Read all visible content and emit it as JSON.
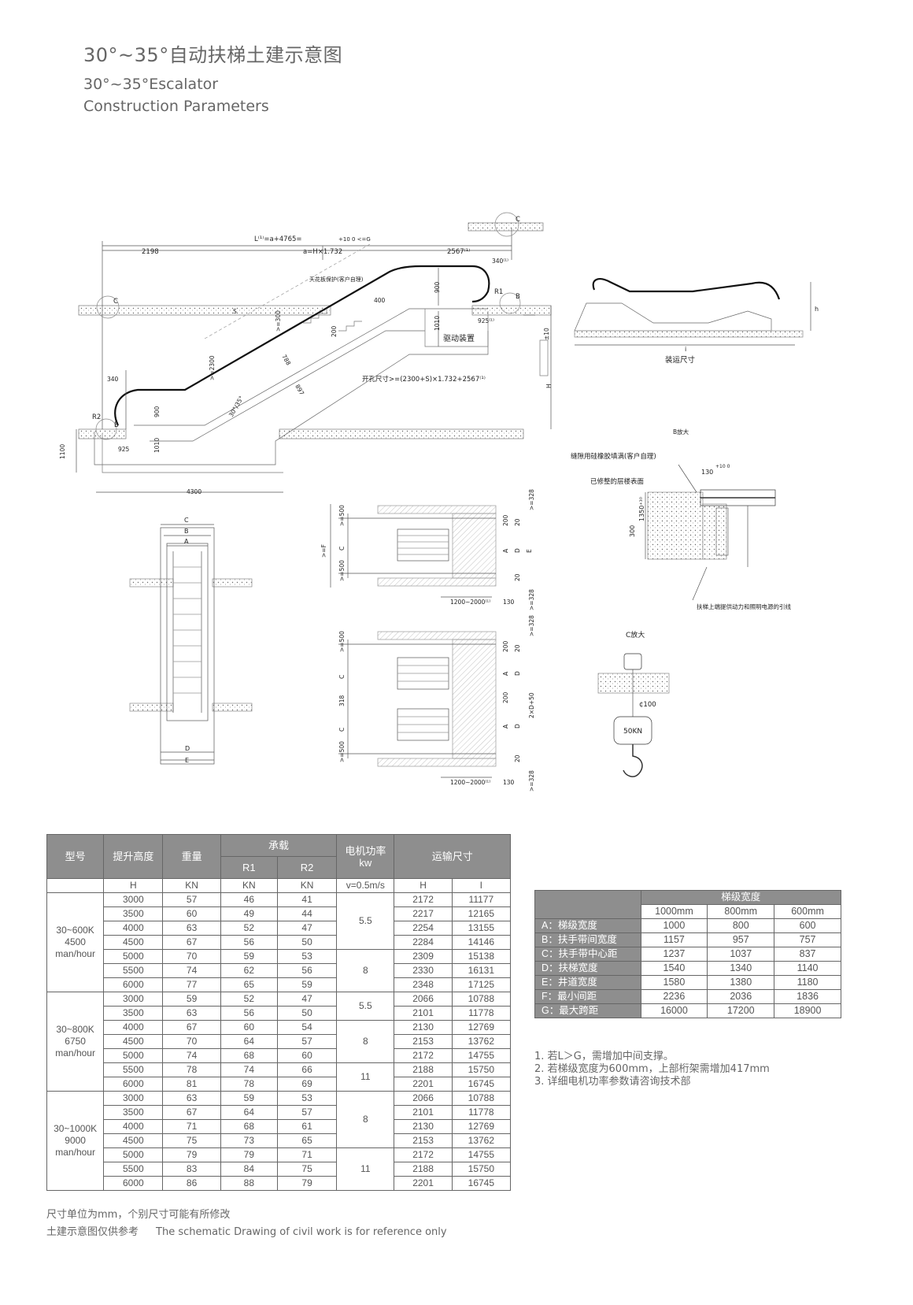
{
  "header": {
    "title_cn": "30°~35°自动扶梯土建示意图",
    "title_en_line1": "30°~35°Escalator",
    "title_en_line2": "Construction Parameters"
  },
  "drawing": {
    "main": {
      "L_formula": "L⁽¹⁾=a+4765=",
      "L_tolerance": "+10 0 <=G",
      "a_formula": "a=H×1.732",
      "dim_2198": "2198",
      "dim_2567": "2567⁽¹⁾",
      "dim_340_top": "340⁽¹⁾",
      "dim_340_left": "340",
      "ceiling_note": "天花板保护(客户自理)",
      "label_C": "C",
      "label_S": "S",
      "label_R1": "R1",
      "label_R2": "R2",
      "label_B": "B",
      "dim_900_top": "900",
      "dim_1010_top": "1010",
      "dim_925_top": "925⁽¹⁾",
      "dim_400": "400",
      "dim_300": ">=300",
      "dim_200": "200",
      "dim_2300": ">=2300",
      "dim_788": "788",
      "dim_897": "897",
      "drive_label": "驱动装置",
      "dim_pm10": "±10",
      "opening_formula": "开孔尺寸>=(2300+S)×1.732+2567⁽¹⁾",
      "dim_H": "H",
      "angle": "30°/35°",
      "dim_900_bottom": "900",
      "dim_1010_bottom": "1010",
      "dim_925_bottom": "925",
      "dim_1100": "1100",
      "dim_4300": "4300"
    },
    "transport": {
      "dim_h": "h",
      "dim_i": "i",
      "caption": "装运尺寸"
    },
    "plan_single": {
      "C": "C",
      "B": "B",
      "A": "A",
      "D": "D",
      "E": "E"
    },
    "section_single": {
      "dim_500_top": ">=500",
      "dim_C": "C",
      "dim_500_bottom": ">=500",
      "dim_F": ">=F",
      "dim_200": "200",
      "dim_20_top": "20",
      "dim_20_bottom": "20",
      "dim_328_top": ">=328",
      "dim_328_bottom": ">=328",
      "label_A": "A",
      "label_D": "D",
      "label_E": "E",
      "dim_1200": "1200~2000⁽¹⁾",
      "dim_130": "130"
    },
    "section_double": {
      "dim_500_top": ">=500",
      "dim_C1": "C",
      "dim_318": "318",
      "dim_C2": "C",
      "dim_500_bottom": ">=500",
      "dim_200a": "200",
      "dim_200b": "200",
      "dim_20a": "20",
      "dim_20b": "20",
      "dim_2D50": "2×D+50",
      "dim_328_top": ">=328",
      "dim_328_bottom": ">=328",
      "label_A1": "A",
      "label_D1": "D",
      "label_A2": "A",
      "label_D2": "D",
      "dim_1200": "1200~2000⁽¹⁾",
      "dim_130": "130"
    },
    "detail_B": {
      "title": "B放大",
      "note1": "缝隙用硅橡胶填满(客户自理)",
      "note2": "已修整的层楼表面",
      "dim_130": "130",
      "dim_130_tol": "+10 0",
      "dim_1350": "1350⁺¹⁰",
      "dim_300": "300",
      "note3": "扶梯上端提供动力和照明电源的引线"
    },
    "detail_C": {
      "title": "C放大",
      "dim_100": "¢100",
      "load": "50KN"
    }
  },
  "spec_table": {
    "headers": {
      "model": "型号",
      "rise": "提升高度",
      "weight": "重量",
      "load": "承载",
      "r1": "R1",
      "r2": "R2",
      "motor": "电机功率",
      "motor_unit": "kw",
      "transport": "运输尺寸"
    },
    "units": {
      "rise": "H",
      "weight": "KN",
      "r1": "KN",
      "r2": "KN",
      "motor": "v=0.5m/s",
      "h": "H",
      "i": "I"
    },
    "groups": [
      {
        "model": [
          "30~600K",
          "4500",
          "man/hour"
        ],
        "motor_blocks": [
          {
            "value": "5.5",
            "rows": 4
          },
          {
            "value": "8",
            "rows": 3
          }
        ],
        "rows": [
          [
            "3000",
            "57",
            "46",
            "41",
            "2172",
            "11177"
          ],
          [
            "3500",
            "60",
            "49",
            "44",
            "2217",
            "12165"
          ],
          [
            "4000",
            "63",
            "52",
            "47",
            "2254",
            "13155"
          ],
          [
            "4500",
            "67",
            "56",
            "50",
            "2284",
            "14146"
          ],
          [
            "5000",
            "70",
            "59",
            "53",
            "2309",
            "15138"
          ],
          [
            "5500",
            "74",
            "62",
            "56",
            "2330",
            "16131"
          ],
          [
            "6000",
            "77",
            "65",
            "59",
            "2348",
            "17125"
          ]
        ]
      },
      {
        "model": [
          "30~800K",
          "6750",
          "man/hour"
        ],
        "motor_blocks": [
          {
            "value": "5.5",
            "rows": 2
          },
          {
            "value": "8",
            "rows": 3
          },
          {
            "value": "11",
            "rows": 2
          }
        ],
        "rows": [
          [
            "3000",
            "59",
            "52",
            "47",
            "2066",
            "10788"
          ],
          [
            "3500",
            "63",
            "56",
            "50",
            "2101",
            "11778"
          ],
          [
            "4000",
            "67",
            "60",
            "54",
            "2130",
            "12769"
          ],
          [
            "4500",
            "70",
            "64",
            "57",
            "2153",
            "13762"
          ],
          [
            "5000",
            "74",
            "68",
            "60",
            "2172",
            "14755"
          ],
          [
            "5500",
            "78",
            "74",
            "66",
            "2188",
            "15750"
          ],
          [
            "6000",
            "81",
            "78",
            "69",
            "2201",
            "16745"
          ]
        ]
      },
      {
        "model": [
          "30~1000K",
          "9000",
          "man/hour"
        ],
        "motor_blocks": [
          {
            "value": "8",
            "rows": 4
          },
          {
            "value": "11",
            "rows": 3
          }
        ],
        "rows": [
          [
            "3000",
            "63",
            "59",
            "53",
            "2066",
            "10788"
          ],
          [
            "3500",
            "67",
            "64",
            "57",
            "2101",
            "11778"
          ],
          [
            "4000",
            "71",
            "68",
            "61",
            "2130",
            "12769"
          ],
          [
            "4500",
            "75",
            "73",
            "65",
            "2153",
            "13762"
          ],
          [
            "5000",
            "79",
            "79",
            "71",
            "2172",
            "14755"
          ],
          [
            "5500",
            "83",
            "84",
            "75",
            "2188",
            "15750"
          ],
          [
            "6000",
            "86",
            "88",
            "79",
            "2201",
            "16745"
          ]
        ]
      }
    ]
  },
  "dims_table": {
    "header": "梯级宽度",
    "widths": [
      "1000mm",
      "800mm",
      "600mm"
    ],
    "rows": [
      {
        "label": "A：梯级宽度",
        "values": [
          "1000",
          "800",
          "600"
        ]
      },
      {
        "label": "B：扶手带间宽度",
        "values": [
          "1157",
          "957",
          "757"
        ]
      },
      {
        "label": "C：扶手带中心距",
        "values": [
          "1237",
          "1037",
          "837"
        ]
      },
      {
        "label": "D：扶梯宽度",
        "values": [
          "1540",
          "1340",
          "1140"
        ]
      },
      {
        "label": "E：井道宽度",
        "values": [
          "1580",
          "1380",
          "1180"
        ]
      },
      {
        "label": "F：最小间距",
        "values": [
          "2236",
          "2036",
          "1836"
        ]
      },
      {
        "label": "G：最大跨距",
        "values": [
          "16000",
          "17200",
          "18900"
        ]
      }
    ]
  },
  "notes": [
    "1. 若L＞G，需增加中间支撑。",
    "2. 若梯级宽度为600mm，上部桁架需增加417mm",
    "3. 详细电机功率参数请咨询技术部"
  ],
  "footer": {
    "line1": "尺寸单位为mm，个别尺寸可能有所修改",
    "line2_cn": "土建示意图仅供参考",
    "line2_en": "The schematic Drawing of civil work is for reference only"
  }
}
